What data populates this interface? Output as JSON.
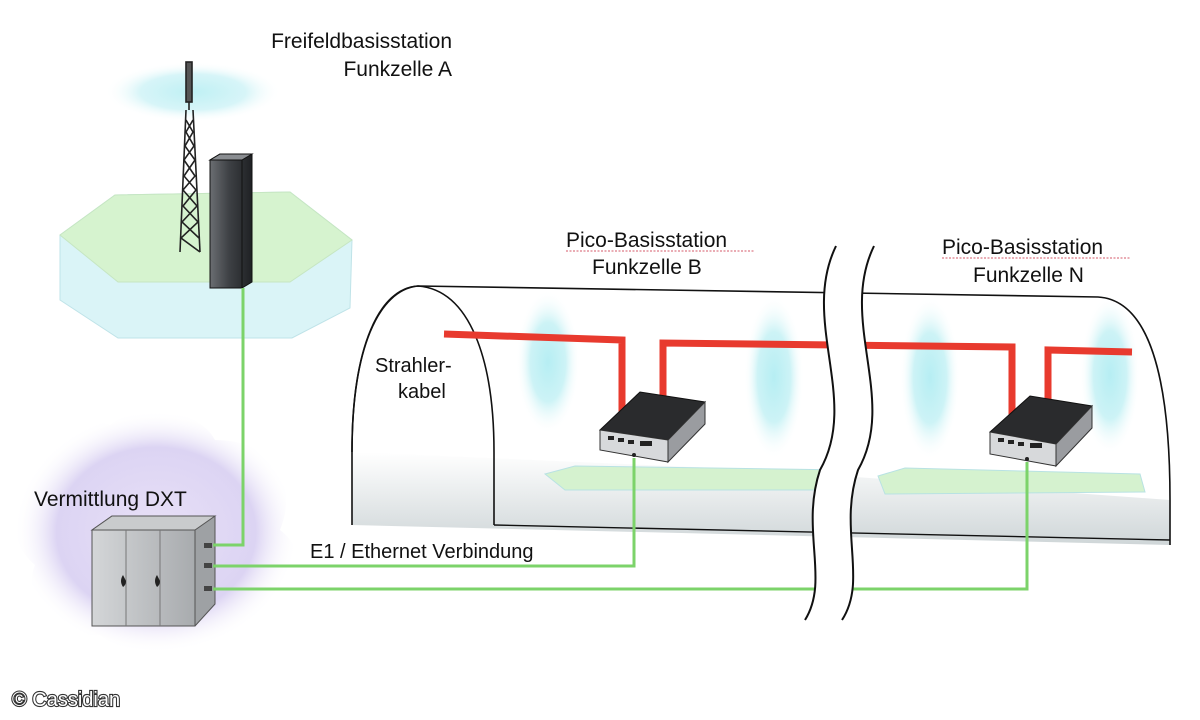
{
  "labels": {
    "outdoor_station_line1": "Freifeldbasisstation",
    "outdoor_station_line2": "Funkzelle A",
    "pico_b_line1": "Pico-Basisstation",
    "pico_b_line2": "Funkzelle B",
    "pico_n_line1": "Pico-Basisstation",
    "pico_n_line2": "Funkzelle N",
    "radiating_cable_line1": "Strahler-",
    "radiating_cable_line2": "kabel",
    "switch": "Vermittlung DXT",
    "link": "E1 / Ethernet Verbindung",
    "copyright": "© Cassidian"
  },
  "colors": {
    "link_green": "#7cd36a",
    "radiating_cable_red": "#e83a2e",
    "coverage_cyan": "#bfeff2",
    "ground_green": "#d9f5d0",
    "switch_cloud": "#d9d0f0"
  }
}
